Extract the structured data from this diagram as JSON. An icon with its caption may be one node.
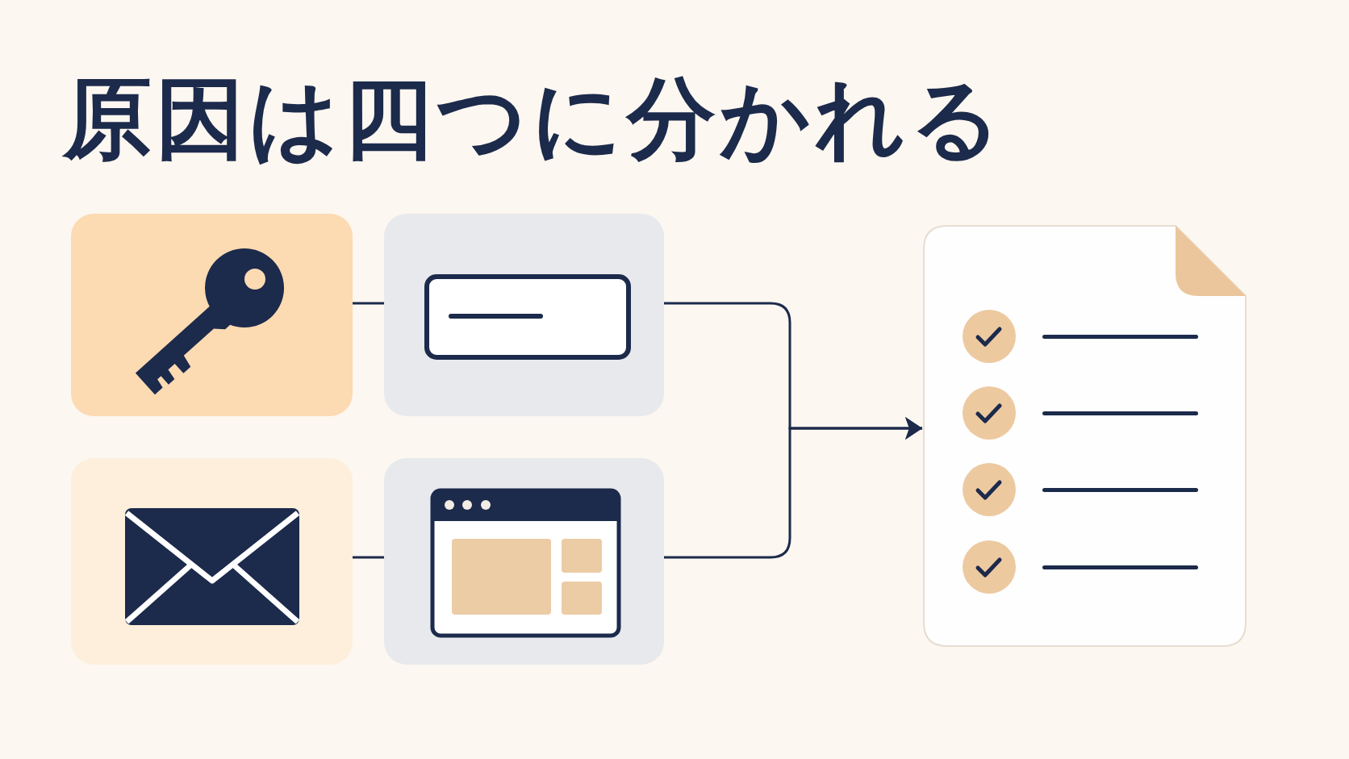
{
  "diagram": {
    "title": "原因は四つに分かれる",
    "nodes": [
      {
        "text": [],
        "shape": "box"
      },
      {
        "text": [],
        "shape": "box"
      },
      {
        "text": [],
        "shape": "box"
      },
      {
        "text": [],
        "shape": "box"
      },
      {
        "text": [],
        "shape": "document"
      }
    ],
    "edges": [
      {
        "from": 0,
        "to": 1,
        "arrow": "none"
      },
      {
        "from": 2,
        "to": 3,
        "arrow": "none"
      },
      {
        "from": 1,
        "to": 4,
        "arrow": "to"
      },
      {
        "from": 3,
        "to": 4,
        "arrow": "to"
      }
    ]
  }
}
